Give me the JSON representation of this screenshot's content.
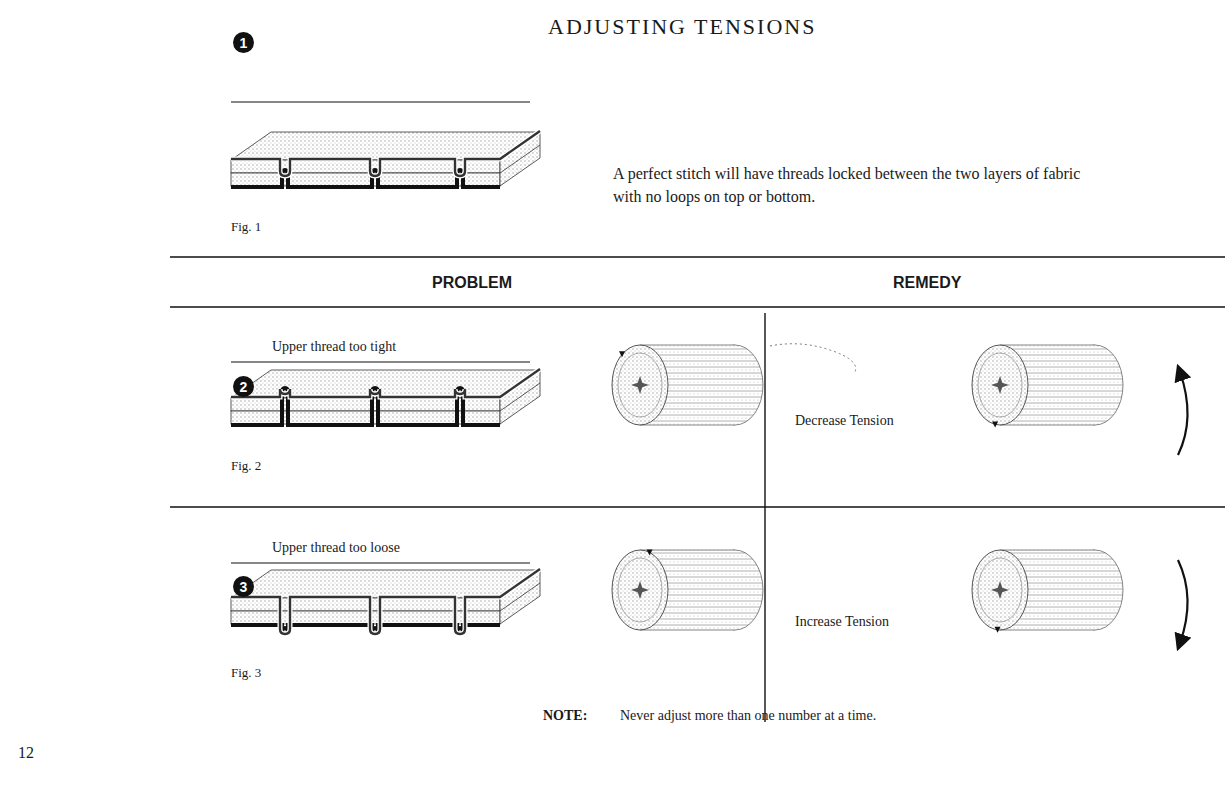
{
  "diagram": {
    "title": "ADJUSTING TENSIONS",
    "nodes": [
      {
        "text": [
          "1"
        ]
      },
      {
        "text": [
          "2"
        ]
      },
      {
        "text": [
          "3"
        ]
      }
    ],
    "labels": [
      "A perfect stitch will have threads locked between the two layers of fabric with no loops on top or bottom.",
      "Fig. 1",
      "PROBLEM",
      "REMEDY",
      "Upper thread too tight",
      "Fig. 2",
      "Decrease Tension",
      "Upper thread too loose",
      "Fig. 3",
      "Increase Tension",
      "NOTE:",
      "Never adjust more than one number at a time.",
      "12"
    ]
  }
}
